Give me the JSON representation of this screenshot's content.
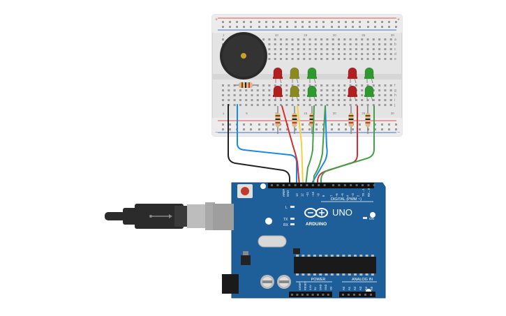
{
  "canvas": {
    "board": {
      "logo_text": "UNO",
      "brand_text": "ARDUINO",
      "digital_label": "DIGITAL (PWM ~)",
      "power_label": "POWER",
      "analog_label": "ANALOG IN",
      "on_label": "ON",
      "led_labels": [
        "L",
        "TX",
        "RX"
      ],
      "left_header_labels": [
        "AREF",
        "GND"
      ],
      "digital_pins": [
        "13",
        "12",
        "~11",
        "~10",
        "~9",
        "8",
        "7",
        "~6",
        "~5",
        "4",
        "~3",
        "2",
        "TX→1",
        "RX←0"
      ],
      "power_pins": [
        "IOREF",
        "RESET",
        "3.3V",
        "5V",
        "GND",
        "GND",
        "Vin"
      ],
      "analog_pins": [
        "A0",
        "A1",
        "A2",
        "A3",
        "A4",
        "A5"
      ]
    },
    "breadboard": {
      "row_letters_top": [
        "a",
        "b",
        "c",
        "d",
        "e"
      ],
      "row_letters_bottom": [
        "f",
        "g",
        "h",
        "i",
        "j"
      ],
      "column_numbers": [
        "1",
        "5",
        "10",
        "15",
        "20",
        "25",
        "30"
      ]
    },
    "leds": [
      {
        "color": "#b21f1f"
      },
      {
        "color": "#8a8a1f"
      },
      {
        "color": "#2e9a2e"
      },
      {
        "color": "#b21f1f"
      },
      {
        "color": "#8a8a1f"
      },
      {
        "color": "#2e9a2e"
      },
      {
        "color": "#b21f1f"
      },
      {
        "color": "#2e9a2e"
      },
      {
        "color": "#b21f1f"
      },
      {
        "color": "#2e9a2e"
      }
    ],
    "wires": [
      {
        "color": "#222222"
      },
      {
        "color": "#1e88e5"
      },
      {
        "color": "#d32f2f"
      },
      {
        "color": "#f4d03f"
      },
      {
        "color": "#43a047"
      },
      {
        "color": "#1e88e5"
      },
      {
        "color": "#d32f2f"
      },
      {
        "color": "#43a047"
      },
      {
        "color": "#43a047"
      }
    ],
    "colors": {
      "board_blue": "#1f5f99",
      "board_edge": "#174a78",
      "breadboard": "#e8e8e8",
      "rail_red": "#d9534f",
      "rail_blue": "#3d73c4",
      "usb_cable": "#2b2b2b"
    }
  }
}
